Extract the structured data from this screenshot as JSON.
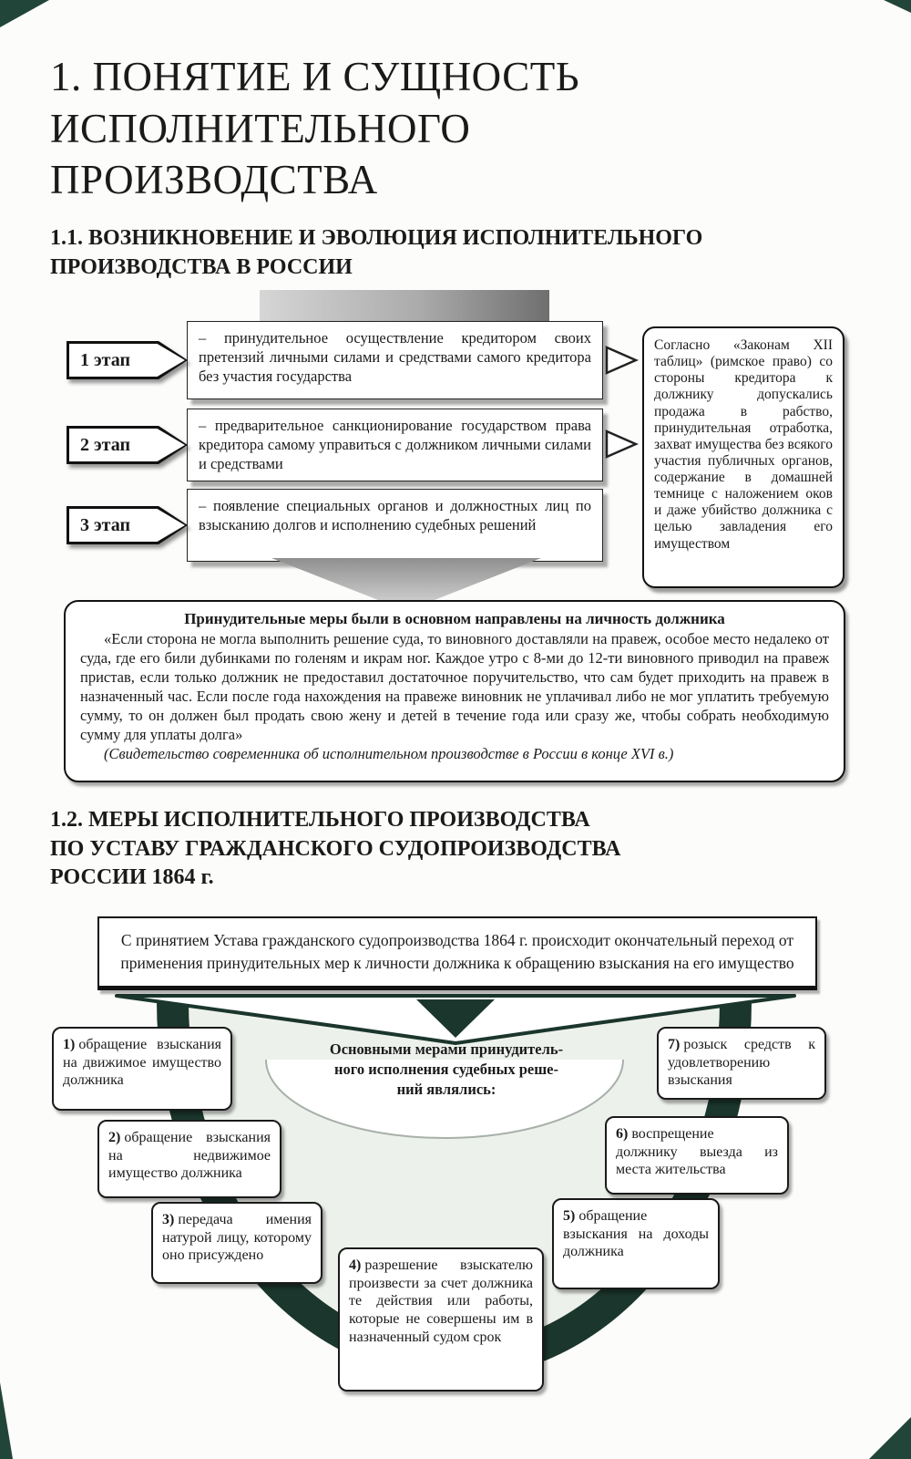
{
  "page": {
    "title": "1. ПОНЯТИЕ И СУЩНОСТЬ\nИСПОЛНИТЕЛЬНОГО\nПРОИЗВОДСТВА"
  },
  "section1": {
    "heading": "1.1. ВОЗНИКНОВЕНИЕ И ЭВОЛЮЦИЯ ИСПОЛНИТЕЛЬНОГО\nПРОИЗВОДСТВА В РОССИИ",
    "stages": [
      {
        "label": "1 этап",
        "text": "– принудительное осуществление кредитором своих претензий личными силами и средствами самого кредитора без участия государства"
      },
      {
        "label": "2 этап",
        "text": "– предварительное санкционирование государством права кредитора самому управиться с должником личными силами и средствами"
      },
      {
        "label": "3 этап",
        "text": "– появление специальных органов и должностных лиц по взысканию долгов и исполнению судебных решений"
      }
    ],
    "roman_note": "Согласно «Законам XII таблиц» (римское право) со стороны кредитора к должнику допускались продажа в рабство, принудительная отработка, захват имущества без всякого участия публичных органов, содержание в домашней темнице с наложением оков и даже убийство должника с целью завладения его имуществом",
    "summary_title": "Принудительные меры были в основном направлены на личность должника",
    "summary_quote": "«Если сторона не могла выполнить решение суда, то виновного доставляли на правеж, особое место недалеко от суда, где его били дубинками по голеням и икрам ног. Каждое утро с 8-ми до 12-ти виновного приводил на правеж пристав, если только должник не предоставил достаточное поручительство, что сам будет приходить на правеж в назначенный час. Если после года нахождения на правеже виновник не уплачивал либо не мог уплатить требуемую сумму, то он должен был продать свою жену и детей в течение года или сразу же, чтобы собрать необходимую сумму для уплаты долга»",
    "summary_source": "(Свидетельство современника об исполнительном производстве в России в конце XVI в.)"
  },
  "section2": {
    "heading": "1.2. МЕРЫ ИСПОЛНИТЕЛЬНОГО ПРОИЗВОДСТВА\nПО УСТАВУ ГРАЖДАНСКОГО СУДОПРОИЗВОДСТВА\nРОССИИ 1864 г.",
    "intro": "С принятием Устава гражданского судопроизводства 1864 г. происходит окончательный переход от применения принудительных мер к личности должника к обращению взыскания на его имущество",
    "center_label": "Основными мерами принудитель-\nного исполнения судебных реше-\nний являлись:",
    "measures": [
      {
        "num": "1)",
        "text": "обращение взыскания на движимое имущество должника"
      },
      {
        "num": "2)",
        "text": "обращение взыскания на недвижимое имущество должника"
      },
      {
        "num": "3)",
        "text": "передача имения натурой лицу, которому оно присуждено"
      },
      {
        "num": "4)",
        "text": "разрешение взыскателю произвести за счет должника те действия или работы, которые не совершены им в назначенный судом срок"
      },
      {
        "num": "5)",
        "text": "обращение взыскания на доходы должника"
      },
      {
        "num": "6)",
        "text": "воспрещение должнику выезда из места жительства"
      },
      {
        "num": "7)",
        "text": "розыск средств к удовлетворению взыскания"
      }
    ]
  },
  "colors": {
    "accent_dark_green": "#1b362c"
  }
}
